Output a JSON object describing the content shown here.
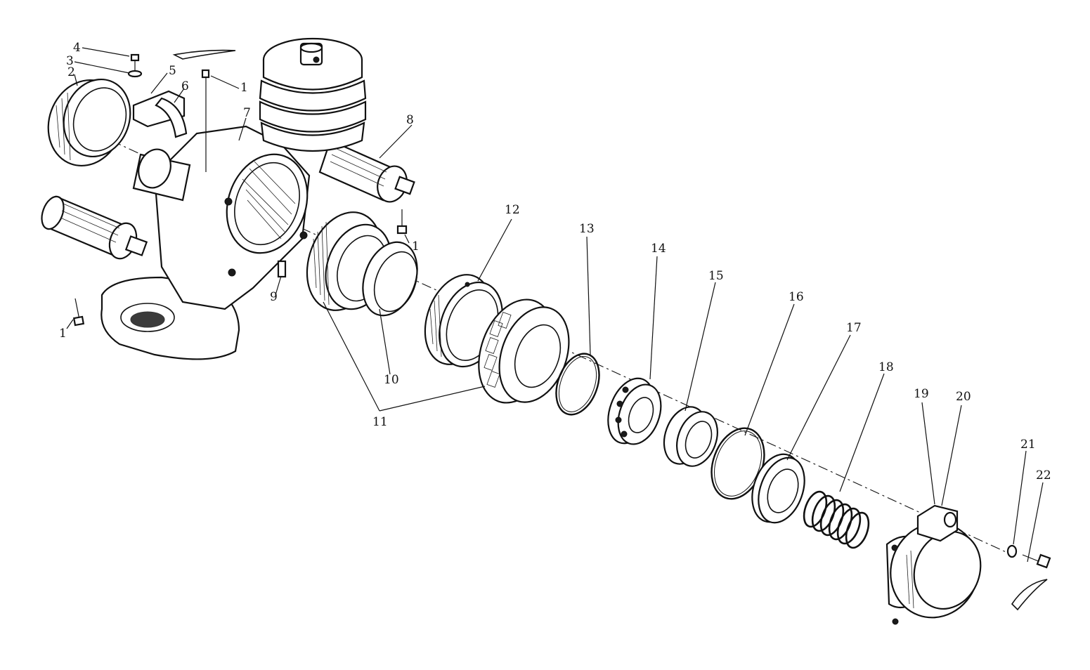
{
  "callouts": [
    {
      "n": "1",
      "text": "1"
    },
    {
      "n": "2",
      "text": "2"
    },
    {
      "n": "3",
      "text": "3"
    },
    {
      "n": "4",
      "text": "4"
    },
    {
      "n": "5",
      "text": "5"
    },
    {
      "n": "6",
      "text": "6"
    },
    {
      "n": "7",
      "text": "7"
    },
    {
      "n": "8",
      "text": "8"
    },
    {
      "n": "9",
      "text": "9"
    },
    {
      "n": "10",
      "text": "10"
    },
    {
      "n": "11",
      "text": "11"
    },
    {
      "n": "12",
      "text": "12"
    },
    {
      "n": "13",
      "text": "13"
    },
    {
      "n": "14",
      "text": "14"
    },
    {
      "n": "15",
      "text": "15"
    },
    {
      "n": "16",
      "text": "16"
    },
    {
      "n": "17",
      "text": "17"
    },
    {
      "n": "18",
      "text": "18"
    },
    {
      "n": "19",
      "text": "19"
    },
    {
      "n": "20",
      "text": "20"
    },
    {
      "n": "21",
      "text": "21"
    },
    {
      "n": "22",
      "text": "22"
    }
  ]
}
